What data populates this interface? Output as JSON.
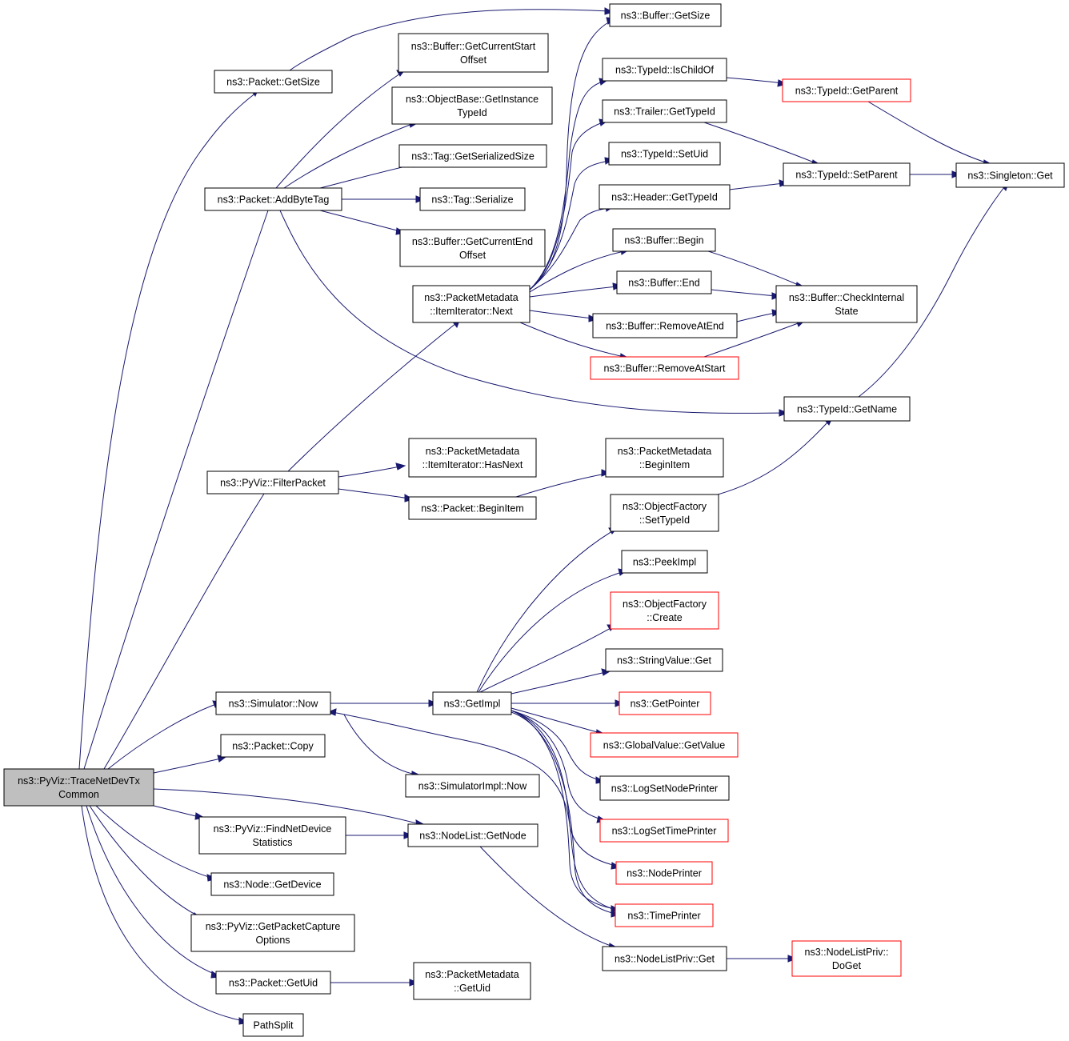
{
  "colors": {
    "edge": "#191970",
    "border": "#000000",
    "truncated_border": "#ff0000",
    "root_fill": "#bfbfbf"
  },
  "nodes": {
    "root": [
      "ns3::PyViz::TraceNetDevTx",
      "Common"
    ],
    "packet_getsize": [
      "ns3::Packet::GetSize"
    ],
    "buffer_getsize": [
      "ns3::Buffer::GetSize"
    ],
    "buffer_getcurrentstartoffset": [
      "ns3::Buffer::GetCurrentStart",
      "Offset"
    ],
    "objectbase_getinstancetypeid": [
      "ns3::ObjectBase::GetInstance",
      "TypeId"
    ],
    "tag_getserializedsize": [
      "ns3::Tag::GetSerializedSize"
    ],
    "packet_addbytetag": [
      "ns3::Packet::AddByteTag"
    ],
    "tag_serialize": [
      "ns3::Tag::Serialize"
    ],
    "buffer_getcurrentendoffset": [
      "ns3::Buffer::GetCurrentEnd",
      "Offset"
    ],
    "typeid_ischildof": [
      "ns3::TypeId::IsChildOf"
    ],
    "typeid_getparent": [
      "ns3::TypeId::GetParent"
    ],
    "trailer_gettypeid": [
      "ns3::Trailer::GetTypeId"
    ],
    "typeid_setuid": [
      "ns3::TypeId::SetUid"
    ],
    "typeid_setparent": [
      "ns3::TypeId::SetParent"
    ],
    "singleton_get": [
      "ns3::Singleton::Get"
    ],
    "header_gettypeid": [
      "ns3::Header::GetTypeId"
    ],
    "buffer_begin": [
      "ns3::Buffer::Begin"
    ],
    "packetmetadata_next": [
      "ns3::PacketMetadata",
      "::ItemIterator::Next"
    ],
    "buffer_end": [
      "ns3::Buffer::End"
    ],
    "buffer_checkinternalstate": [
      "ns3::Buffer::CheckInternal",
      "State"
    ],
    "buffer_removeatend": [
      "ns3::Buffer::RemoveAtEnd"
    ],
    "buffer_removeatstart": [
      "ns3::Buffer::RemoveAtStart"
    ],
    "typeid_getname": [
      "ns3::TypeId::GetName"
    ],
    "packetmetadata_hasnext": [
      "ns3::PacketMetadata",
      "::ItemIterator::HasNext"
    ],
    "pyviz_filterpacket": [
      "ns3::PyViz::FilterPacket"
    ],
    "packetmetadata_beginitem": [
      "ns3::PacketMetadata",
      "::BeginItem"
    ],
    "packet_beginitem": [
      "ns3::Packet::BeginItem"
    ],
    "objectfactory_settypeid": [
      "ns3::ObjectFactory",
      "::SetTypeId"
    ],
    "peekimpl": [
      "ns3::PeekImpl"
    ],
    "objectfactory_create": [
      "ns3::ObjectFactory",
      "::Create"
    ],
    "stringvalue_get": [
      "ns3::StringValue::Get"
    ],
    "simulator_now": [
      "ns3::Simulator::Now"
    ],
    "getimpl": [
      "ns3::GetImpl"
    ],
    "getpointer": [
      "ns3::GetPointer"
    ],
    "packet_copy": [
      "ns3::Packet::Copy"
    ],
    "globalvalue_getvalue": [
      "ns3::GlobalValue::GetValue"
    ],
    "simulatorimpl_now": [
      "ns3::SimulatorImpl::Now"
    ],
    "logsetnodeprinter": [
      "ns3::LogSetNodePrinter"
    ],
    "pyviz_findnetdevicestatistics": [
      "ns3::PyViz::FindNetDevice",
      "Statistics"
    ],
    "nodelist_getnode": [
      "ns3::NodeList::GetNode"
    ],
    "logsettimeprinter": [
      "ns3::LogSetTimePrinter"
    ],
    "nodeprinter": [
      "ns3::NodePrinter"
    ],
    "node_getdevice": [
      "ns3::Node::GetDevice"
    ],
    "timeprinter": [
      "ns3::TimePrinter"
    ],
    "pyviz_getpacketcaptureoptions": [
      "ns3::PyViz::GetPacketCapture",
      "Options"
    ],
    "nodelistpriv_get": [
      "ns3::NodeListPriv::Get"
    ],
    "nodelistpriv_doget": [
      "ns3::NodeListPriv::",
      "DoGet"
    ],
    "packet_getuid": [
      "ns3::Packet::GetUid"
    ],
    "packetmetadata_getuid": [
      "ns3::PacketMetadata",
      "::GetUid"
    ],
    "pathsplit": [
      "PathSplit"
    ]
  }
}
